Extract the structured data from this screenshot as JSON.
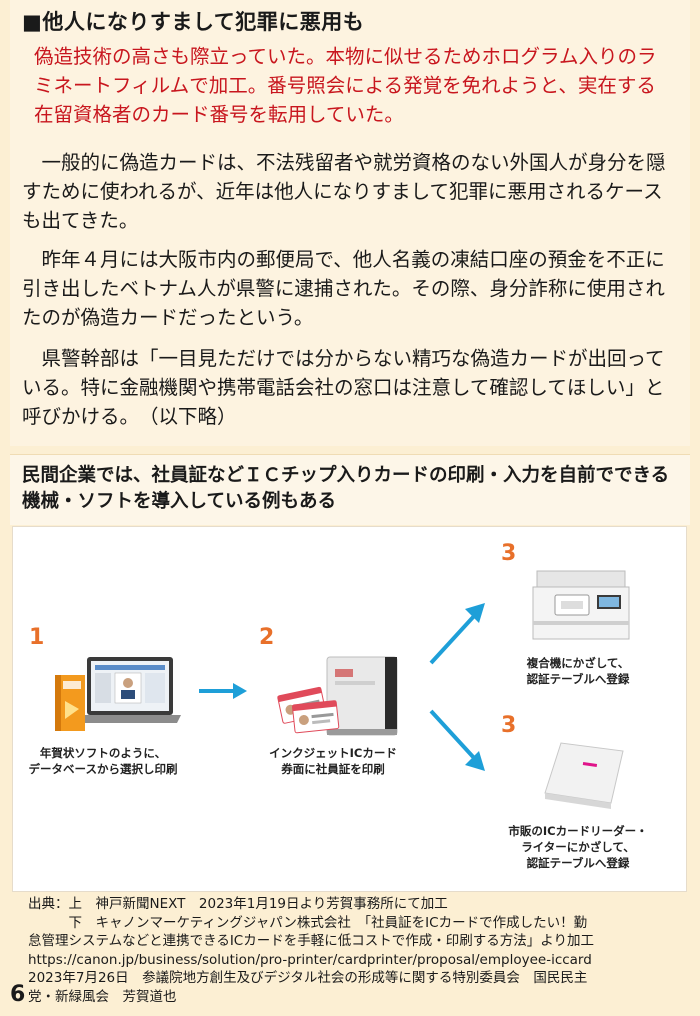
{
  "article": {
    "headline": "■他人になりすまして犯罪に悪用も",
    "lead": "偽造技術の高さも際立っていた。本物に似せるためホログラム入りのラミネートフィルムで加工。番号照会による発覚を免れようと、実在する在留資格者のカード番号を転用していた。",
    "paragraphs": [
      "一般的に偽造カードは、不法残留者や就労資格のない外国人が身分を隠すために使われるが、近年は他人になりすまして犯罪に悪用されるケースも出てきた。",
      "昨年４月には大阪市内の郵便局で、他人名義の凍結口座の預金を不正に引き出したベトナム人が県警に逮捕された。その際、身分詐称に使用されたのが偽造カードだったという。",
      "県警幹部は「一目見ただけでは分からない精巧な偽造カードが出回っている。特に金融機関や携帯電話会社の窓口は注意して確認してほしい」と呼びかける。　（以下略）"
    ]
  },
  "section_title": "民間企業では、社員証などＩＣチップ入りカードの印刷・入力を自前でできる機械・ソフトを導入している例もある",
  "figure": {
    "step1_num": "1",
    "step1_caption": [
      "年賀状ソフトのように、",
      "データベースから選択し印刷"
    ],
    "step2_num": "2",
    "step2_caption": [
      "インクジェットICカード",
      "券面に社員証を印刷"
    ],
    "step3a_num": "3",
    "step3a_caption": [
      "複合機にかざして、",
      "認証テーブルへ登録"
    ],
    "step3b_num": "3",
    "step3b_caption": [
      "市販のICカードリーダー・",
      "ライターにかざして、",
      "認証テーブルへ登録"
    ],
    "colors": {
      "accent": "#e8702a",
      "arrow": "#1e9fd8"
    }
  },
  "source": {
    "line1": "出典：上　神戸新聞NEXT　2023年1月19日より芳賀事務所にて加工",
    "line2": "　　　下　キャノンマーケティングジャパン株式会社　「社員証をICカードで作成したい！勤",
    "line3": "怠管理システムなどと連携できるICカードを手軽に低コストで作成・印刷する方法」より加工",
    "line4": "https://canon.jp/business/solution/pro-printer/cardprinter/proposal/employee-iccard",
    "line5": "2023年7月26日　参議院地方創生及びデジタル社会の形成等に関する特別委員会　国民民主",
    "line6": "党・新緑風会　芳賀道也"
  },
  "page_number": "6"
}
